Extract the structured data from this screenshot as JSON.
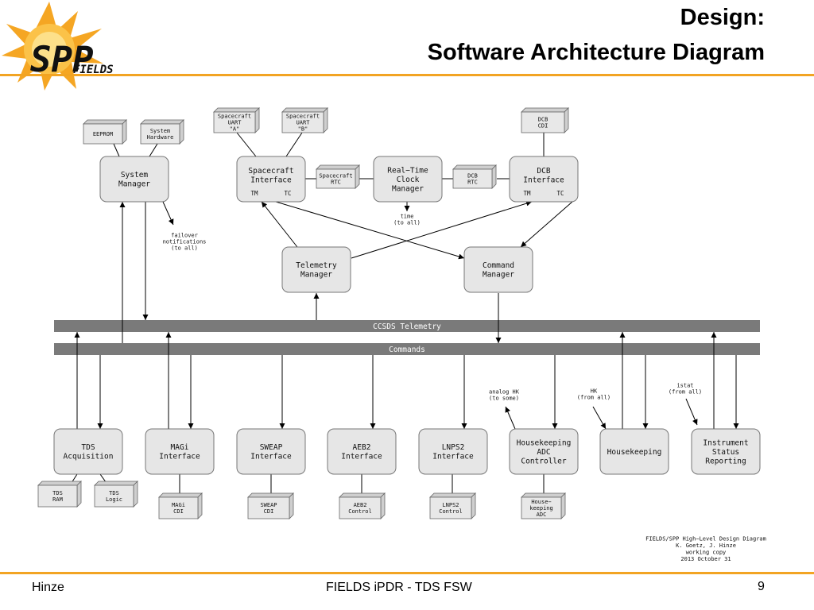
{
  "slide": {
    "title_line1": "Design:",
    "title_line2": "Software Architecture Diagram",
    "logo_text": "SPP",
    "logo_sub": "FIELDS",
    "footer_left": "Hinze",
    "footer_center": "FIELDS iPDR - TDS FSW",
    "page_number": "9"
  },
  "diagram": {
    "buses": {
      "telemetry": "CCSDS Telemetry",
      "commands": "Commands"
    },
    "boxes": {
      "system_manager": [
        "System",
        "Manager"
      ],
      "spacecraft_interface": [
        "Spacecraft",
        "Interface"
      ],
      "rtc_manager": [
        "Real−Time",
        "Clock",
        "Manager"
      ],
      "dcb_interface": [
        "DCB",
        "Interface"
      ],
      "telemetry_manager": [
        "Telemetry",
        "Manager"
      ],
      "command_manager": [
        "Command",
        "Manager"
      ],
      "tds_acquisition": [
        "TDS",
        "Acquisition"
      ],
      "magi_interface": [
        "MAGi",
        "Interface"
      ],
      "sweap_interface": [
        "SWEAP",
        "Interface"
      ],
      "aeb2_interface": [
        "AEB2",
        "Interface"
      ],
      "lnps2_interface": [
        "LNPS2",
        "Interface"
      ],
      "hk_adc_controller": [
        "Housekeeping",
        "ADC",
        "Controller"
      ],
      "housekeeping": [
        "Housekeeping"
      ],
      "instrument_status": [
        "Instrument",
        "Status",
        "Reporting"
      ]
    },
    "tm_label": "TM",
    "tc_label": "TC",
    "hw": {
      "eeprom": [
        "EEPROM"
      ],
      "system_hardware": [
        "System",
        "Hardware"
      ],
      "uart_a": [
        "Spacecraft",
        "UART",
        "\"A\""
      ],
      "uart_b": [
        "Spacecraft",
        "UART",
        "\"B\""
      ],
      "sc_rtc": [
        "Spacecraft",
        "RTC"
      ],
      "dcb_rtc": [
        "DCB",
        "RTC"
      ],
      "dcb_cdi": [
        "DCB",
        "CDI"
      ],
      "tds_ram": [
        "TDS",
        "RAM"
      ],
      "tds_logic": [
        "TDS",
        "Logic"
      ],
      "magi_cdi": [
        "MAGi",
        "CDI"
      ],
      "sweap_cdi": [
        "SWEAP",
        "CDI"
      ],
      "aeb2_control": [
        "AEB2",
        "Control"
      ],
      "lnps2_control": [
        "LNPS2",
        "Control"
      ],
      "hk_adc": [
        "House−",
        "keeping",
        "ADC"
      ]
    },
    "annotations": {
      "failover": [
        "failover",
        "notifications",
        "(to all)"
      ],
      "time": [
        "time",
        "(to all)"
      ],
      "analog_hk": [
        "analog HK",
        "(to some)"
      ],
      "hk": [
        "HK",
        "(from all)"
      ],
      "istat": [
        "istat",
        "(from all)"
      ]
    },
    "caption": [
      "FIELDS/SPP High−Level Design Diagram",
      "K. Goetz, J. Hinze",
      "working copy",
      "2013 October 31"
    ]
  },
  "colors": {
    "accent_rule": "#f2a423",
    "bus_fill": "#7a7a7a",
    "box_fill": "#e6e6e6"
  },
  "icons": {
    "logo": "spp-fields-sun-logo"
  }
}
